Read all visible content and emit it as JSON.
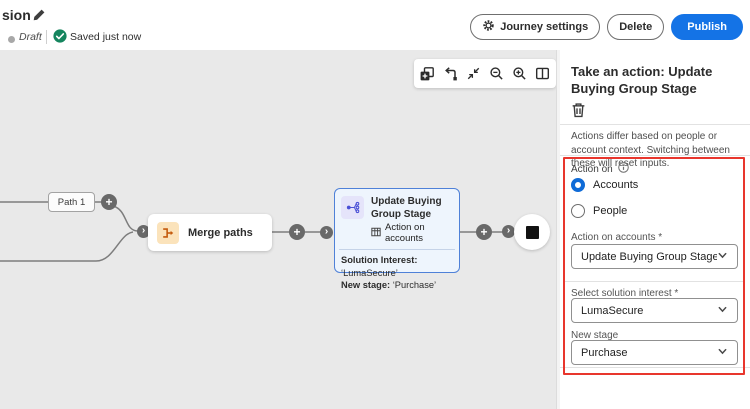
{
  "header": {
    "title_fragment": "sion",
    "status_label": "Draft",
    "saved_label": "Saved just now",
    "buttons": {
      "journey_settings": "Journey settings",
      "delete": "Delete",
      "publish": "Publish"
    }
  },
  "toolbar": {
    "icons": [
      "duplicate-node",
      "elbow-connector",
      "fit-to-view",
      "zoom-out",
      "zoom-in",
      "overview-map"
    ]
  },
  "canvas": {
    "path_label": "Path 1",
    "merge_node_title": "Merge paths",
    "action_node": {
      "title": "Update Buying Group Stage",
      "context_label": "Action on accounts",
      "field1_label": "Solution Interest:",
      "field1_value": "‘LumaSecure’",
      "field2_label": "New stage:",
      "field2_value": "‘Purchase’"
    }
  },
  "panel": {
    "title": "Take an action: Update Buying Group Stage",
    "description": "Actions differ based on people or account context. Switching between these will reset inputs.",
    "action_on_label": "Action on",
    "radio_accounts": "Accounts",
    "radio_people": "People",
    "required_marker": "*",
    "field_action_on_accounts": {
      "label": "Action on accounts",
      "value": "Update Buying Group Stage"
    },
    "field_solution_interest": {
      "label": "Select solution interest",
      "value": "LumaSecure"
    },
    "field_new_stage": {
      "label": "New stage",
      "value": "Purchase"
    }
  },
  "colors": {
    "accent_blue": "#1473e6",
    "annotation_red": "#e8362d",
    "selected_node_border": "#4f81d8",
    "status_green": "#12805c",
    "canvas_gray": "#e9e9e9"
  }
}
